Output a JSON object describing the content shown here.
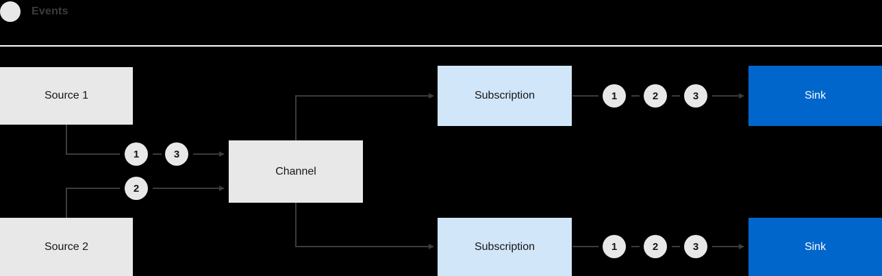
{
  "legend": {
    "dot_color": "#e8e8e8",
    "label": "Events",
    "icon": "event-dot-icon"
  },
  "colors": {
    "background": "#000000",
    "source_fill": "#e8e8e8",
    "channel_fill": "#e8e8e8",
    "subscription_fill": "#d2e6fa",
    "sink_fill": "#0066cc",
    "sink_text": "#ffffff",
    "event_fill": "#e8e8e8",
    "arrow": "#3c3c3c",
    "divider": "#ffffff"
  },
  "diagram": {
    "nodes": {
      "source1": "Source 1",
      "source2": "Source 2",
      "channel": "Channel",
      "subscription_top": "Subscription",
      "subscription_bottom": "Subscription",
      "sink_top": "Sink",
      "sink_bottom": "Sink"
    },
    "events": {
      "source1_out": [
        "1",
        "3"
      ],
      "source2_out": [
        "2"
      ],
      "subscription_top_out": [
        "1",
        "2",
        "3"
      ],
      "subscription_bottom_out": [
        "1",
        "2",
        "3"
      ]
    }
  }
}
